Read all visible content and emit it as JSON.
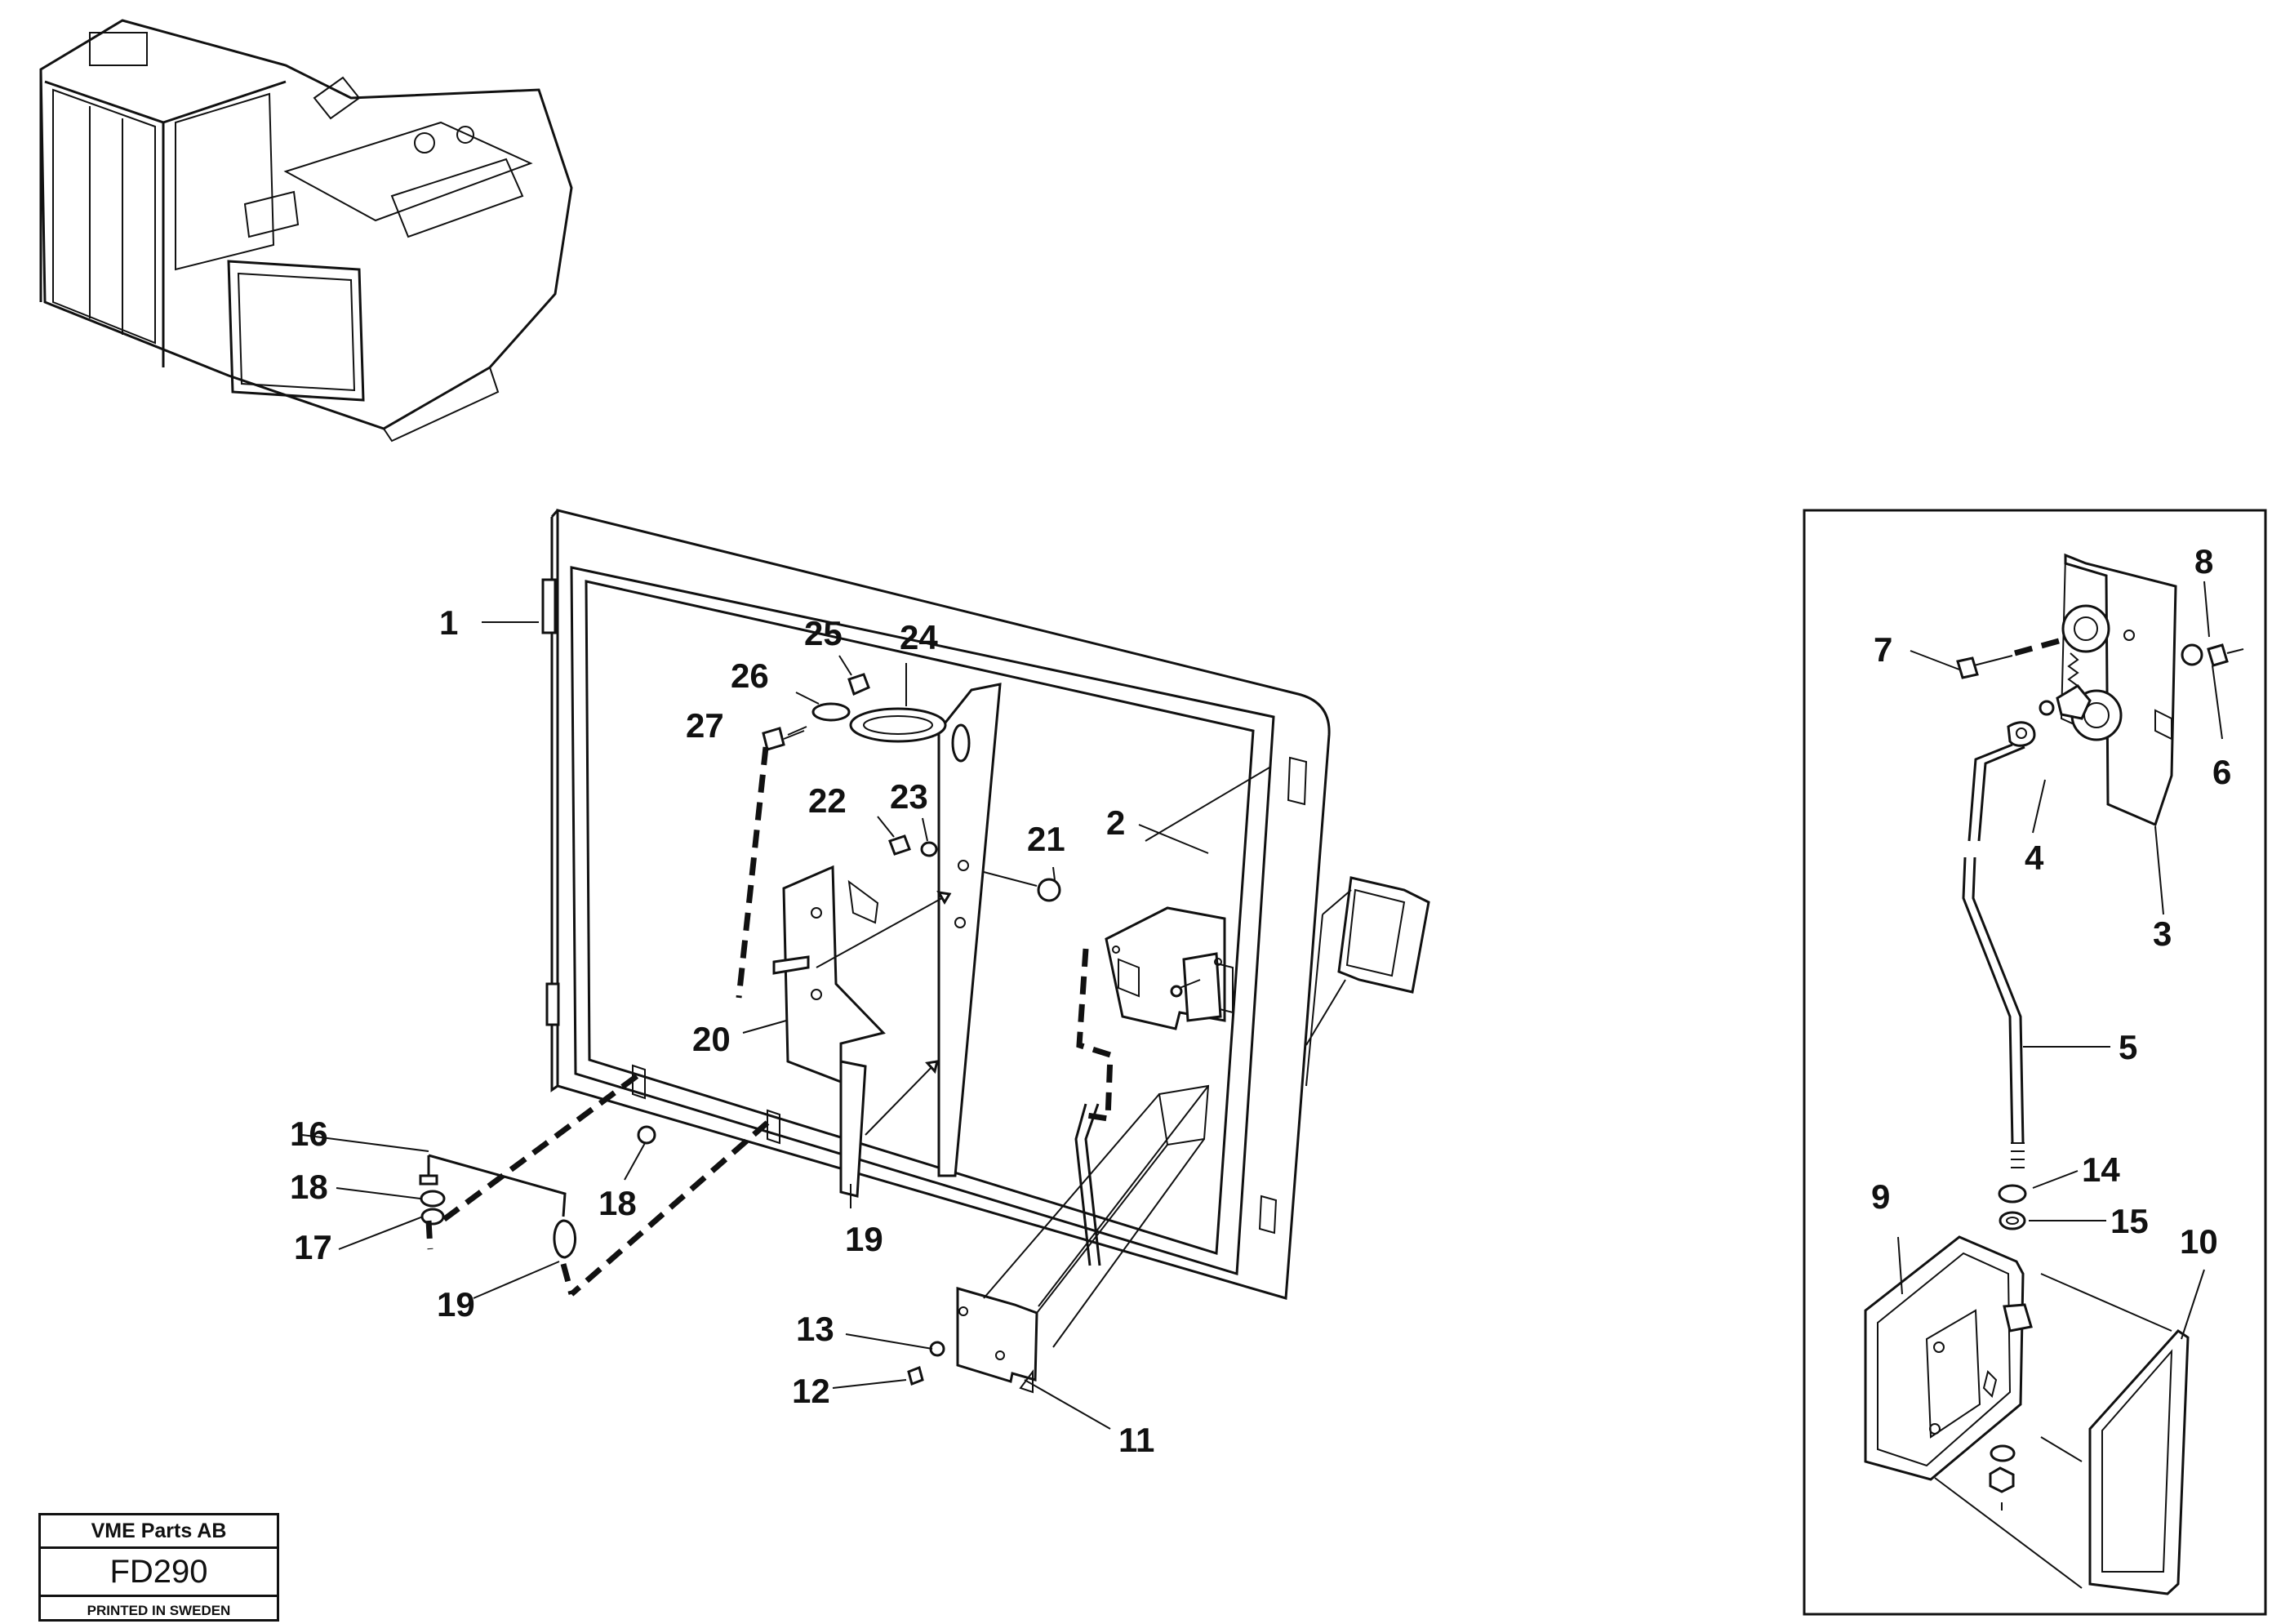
{
  "callouts": {
    "c1": "1",
    "c2": "2",
    "c3": "3",
    "c4": "4",
    "c5": "5",
    "c6": "6",
    "c7": "7",
    "c8": "8",
    "c9": "9",
    "c10": "10",
    "c11": "11",
    "c12": "12",
    "c13": "13",
    "c14": "14",
    "c15": "15",
    "c16": "16",
    "c17": "17",
    "c18a": "18",
    "c18b": "18",
    "c19a": "19",
    "c19b": "19",
    "c20": "20",
    "c21": "21",
    "c22": "22",
    "c23": "23",
    "c24": "24",
    "c25": "25",
    "c26": "26",
    "c27": "27"
  },
  "stamp": {
    "company": "VME Parts AB",
    "code": "FD290",
    "printed": "PRINTED IN SWEDEN"
  }
}
